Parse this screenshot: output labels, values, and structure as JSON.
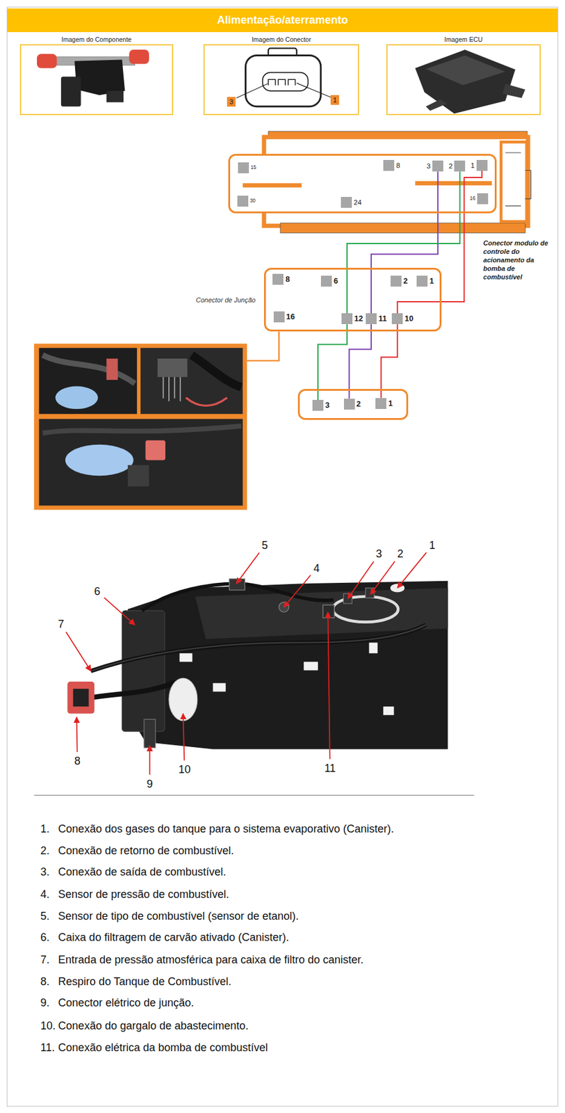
{
  "diagram": {
    "title": "Alimentação/aterramento",
    "nodes": [
      {
        "text": [
          "Imagem do Componente"
        ]
      },
      {
        "text": [
          "Imagem do Conector"
        ]
      },
      {
        "text": [
          "Imagem ECU"
        ]
      },
      {
        "text": [
          "Conector modulo de controle do acionamento da bomba de combustível"
        ]
      },
      {
        "text": [
          "15"
        ],
        "in": 3
      },
      {
        "text": [
          "8"
        ],
        "in": 3
      },
      {
        "text": [
          "3"
        ],
        "in": 3
      },
      {
        "text": [
          "2"
        ],
        "in": 3
      },
      {
        "text": [
          "1"
        ],
        "in": 3
      },
      {
        "text": [
          "30"
        ],
        "in": 3
      },
      {
        "text": [
          "24"
        ],
        "in": 3
      },
      {
        "text": [
          "16"
        ],
        "in": 3
      },
      {
        "text": [
          "Conector de Junção"
        ]
      },
      {
        "text": [
          "8"
        ],
        "in": 12
      },
      {
        "text": [
          "6"
        ],
        "in": 12
      },
      {
        "text": [
          "2"
        ],
        "in": 12
      },
      {
        "text": [
          "1"
        ],
        "in": 12
      },
      {
        "text": [
          "16"
        ],
        "in": 12
      },
      {
        "text": [
          "12"
        ],
        "in": 12
      },
      {
        "text": [
          "11"
        ],
        "in": 12
      },
      {
        "text": [
          "10"
        ],
        "in": 12
      },
      {
        "text": []
      },
      {
        "text": [
          "3"
        ],
        "in": 21
      },
      {
        "text": [
          "2"
        ],
        "in": 21
      },
      {
        "text": [
          "1"
        ],
        "in": 21
      }
    ],
    "edges": [
      {
        "from": 6,
        "to": 19,
        "arrow": "none"
      },
      {
        "from": 7,
        "to": 18,
        "arrow": "none"
      },
      {
        "from": 8,
        "to": 20,
        "arrow": "none"
      },
      {
        "from": 18,
        "to": 22,
        "arrow": "none"
      },
      {
        "from": 19,
        "to": 23,
        "arrow": "none"
      },
      {
        "from": 20,
        "to": 24,
        "arrow": "none"
      }
    ],
    "labels": [
      "3",
      "1",
      "1",
      "2",
      "3",
      "4",
      "5",
      "6",
      "7",
      "8",
      "9",
      "10",
      "11",
      "1.",
      "Conexão dos gases do tanque para o sistema evaporativo (Canister).",
      "2.",
      "Conexão de retorno de combustível.",
      "3.",
      "Conexão de saída de combustível.",
      "4.",
      "Sensor de pressão de combustível.",
      "5.",
      "Sensor de tipo de combustível (sensor de etanol).",
      "6.",
      "Caixa do filtragem de carvão ativado (Canister).",
      "7.",
      "Entrada de pressão atmosférica para caixa de filtro do canister.",
      "8.",
      "Respiro do Tanque de Combustível.",
      "9.",
      "Conector elétrico de junção.",
      "10.",
      "Conexão do gargalo de abastecimento.",
      "11.",
      "Conexão elétrica da bomba de combustível"
    ]
  }
}
